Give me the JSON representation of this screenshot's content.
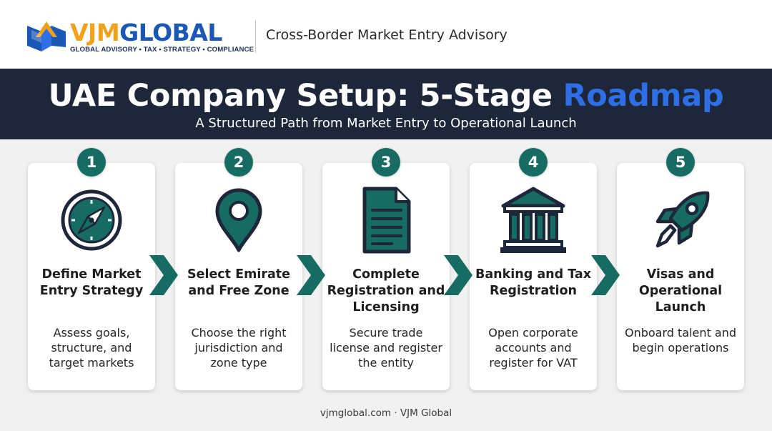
{
  "header": {
    "brand_part1": "VJM",
    "brand_part2": "GLOBAL",
    "brand_tagline": "GLOBAL ADVISORY • TAX • STRATEGY • COMPLIANCE",
    "subtitle": "Cross-Border Market Entry Advisory"
  },
  "title": {
    "main": "UAE Company Setup: 5-Stage ",
    "highlight": "Roadmap",
    "subtitle": "A Structured Path from Market Entry to Operational Launch"
  },
  "colors": {
    "teal": "#166b62",
    "navy": "#1d2739",
    "accent_blue": "#2f6fe6",
    "logo_orange": "#f2a21a",
    "logo_blue": "#1b57b7"
  },
  "stages": [
    {
      "number": "1",
      "icon": "compass-icon",
      "title": "Define Market Entry Strategy",
      "description": "Assess goals, structure, and target markets"
    },
    {
      "number": "2",
      "icon": "map-pin-icon",
      "title": "Select Emirate and Free Zone",
      "description": "Choose the right jurisdiction and zone type"
    },
    {
      "number": "3",
      "icon": "document-icon",
      "title": "Complete Registration and Licensing",
      "description": "Secure trade license and register the entity"
    },
    {
      "number": "4",
      "icon": "bank-icon",
      "title": "Banking and Tax Registration",
      "description": "Open corporate accounts and register for VAT"
    },
    {
      "number": "5",
      "icon": "rocket-icon",
      "title": "Visas and Operational Launch",
      "description": "Onboard talent and begin operations"
    }
  ],
  "footer": {
    "text": "vjmglobal.com · VJM Global"
  }
}
